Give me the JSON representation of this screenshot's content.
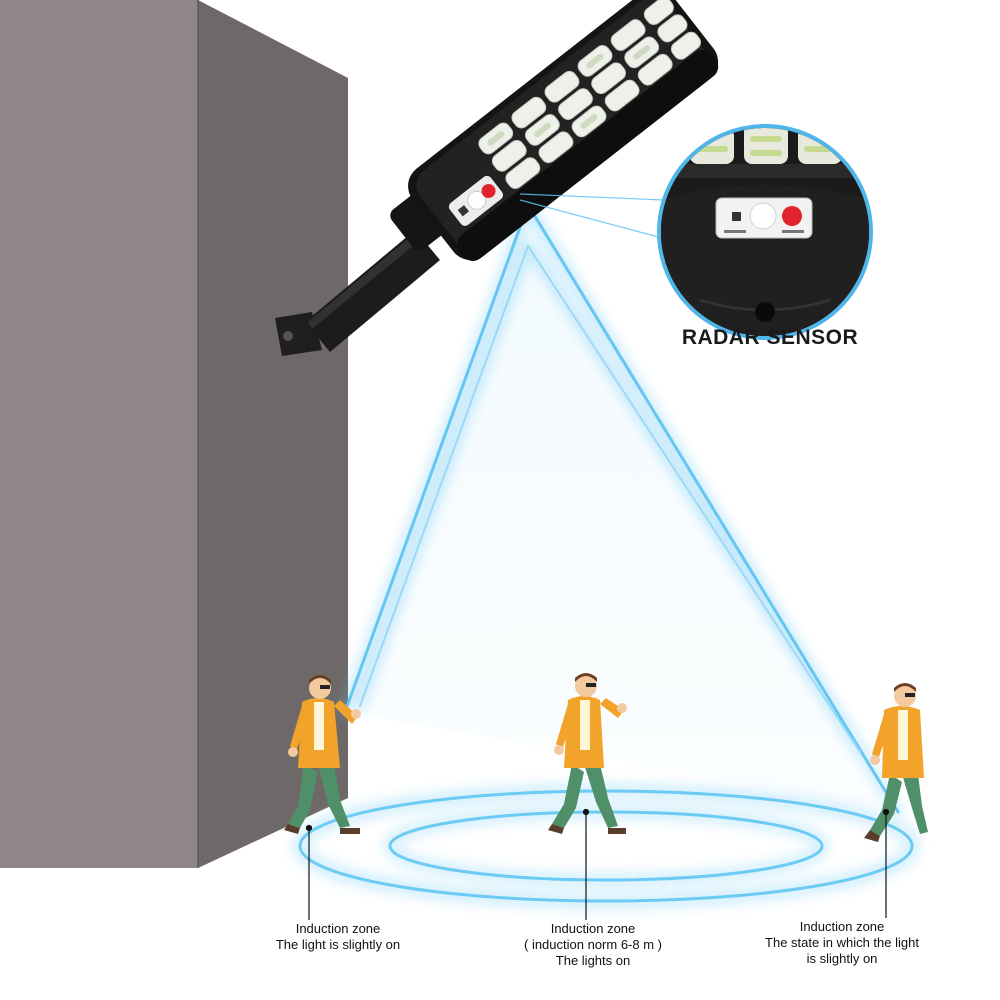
{
  "callout": {
    "title": "RADAR SENSOR",
    "icon": "radar-sensor-icon"
  },
  "zones": [
    {
      "title": "Induction zone",
      "line2": "The light is slightly on",
      "line3": ""
    },
    {
      "title": "Induction zone",
      "line2": "( induction norm 6-8 m )",
      "line3": "The lights on"
    },
    {
      "title": "Induction zone",
      "line2": "The state in which the light",
      "line3": "is slightly on"
    }
  ],
  "colors": {
    "wall_front": "#8f8787",
    "wall_side": "#6f6868",
    "beam": "#5ec2f2",
    "ring": "#7fd0f5",
    "lamp_body": "#1a1a1a",
    "jacket": "#f2a32a",
    "pants": "#4f9068",
    "sensor_button": "#e0232d"
  }
}
